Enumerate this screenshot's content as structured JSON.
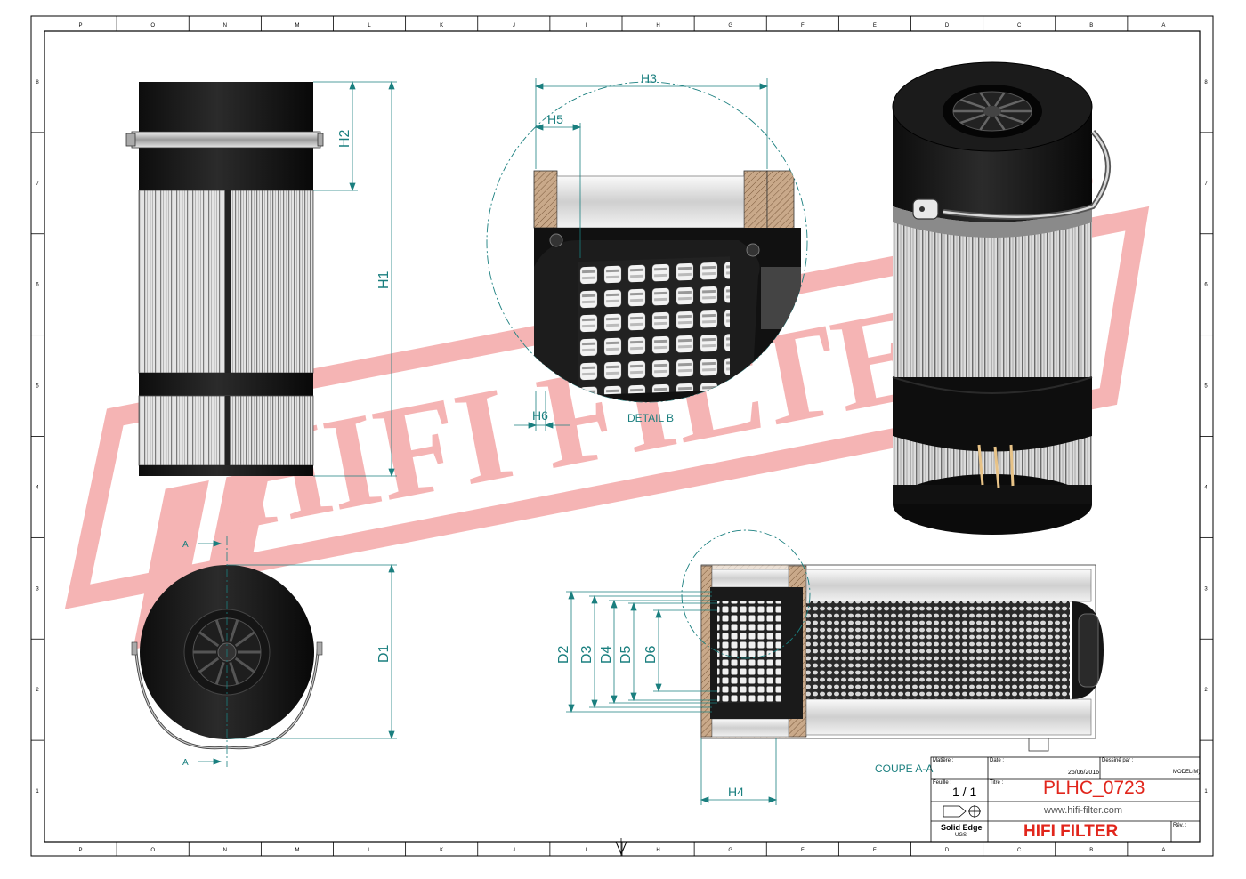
{
  "drawing": {
    "dimensions": {
      "h1": "H1",
      "h2": "H2",
      "h3": "H3",
      "h4": "H4",
      "h5": "H5",
      "h6": "H6",
      "d1": "D1",
      "d2": "D2",
      "d3": "D3",
      "d4": "D4",
      "d5": "D5",
      "d6": "D6"
    },
    "section_marker": "A",
    "detail_label": "DETAIL B",
    "section_label": "COUPE A-A",
    "watermark": "HIFI FILTER",
    "watermark_symbol": "®"
  },
  "border": {
    "columns_top": [
      "P",
      "O",
      "N",
      "M",
      "L",
      "K",
      "J",
      "I",
      "H",
      "G",
      "F",
      "E",
      "D",
      "C",
      "B",
      "A"
    ],
    "columns_bottom": [
      "P",
      "O",
      "N",
      "M",
      "L",
      "K",
      "J",
      "I",
      "H",
      "G",
      "F",
      "E",
      "D",
      "C",
      "B",
      "A"
    ],
    "rows_left": [
      "8",
      "7",
      "6",
      "5",
      "4",
      "3",
      "2",
      "1"
    ],
    "rows_right": [
      "8",
      "7",
      "6",
      "5",
      "4",
      "3",
      "2",
      "1"
    ]
  },
  "title_block": {
    "matiere_label": "Matière :",
    "date_label": "Date :",
    "date_value": "26/06/2016",
    "dessine_label": "Dessiné par :",
    "dessine_value": "MODEL(M)",
    "feuille_label": "Feuille :",
    "feuille_value": "1 / 1",
    "titre_label": "Titre :",
    "titre_value": "PLHC_0723",
    "website": "www.hifi-filter.com",
    "software": "Solid Edge",
    "software_sub": "UGS",
    "company": "HIFI FILTER",
    "rev_label": "Rév. :"
  }
}
